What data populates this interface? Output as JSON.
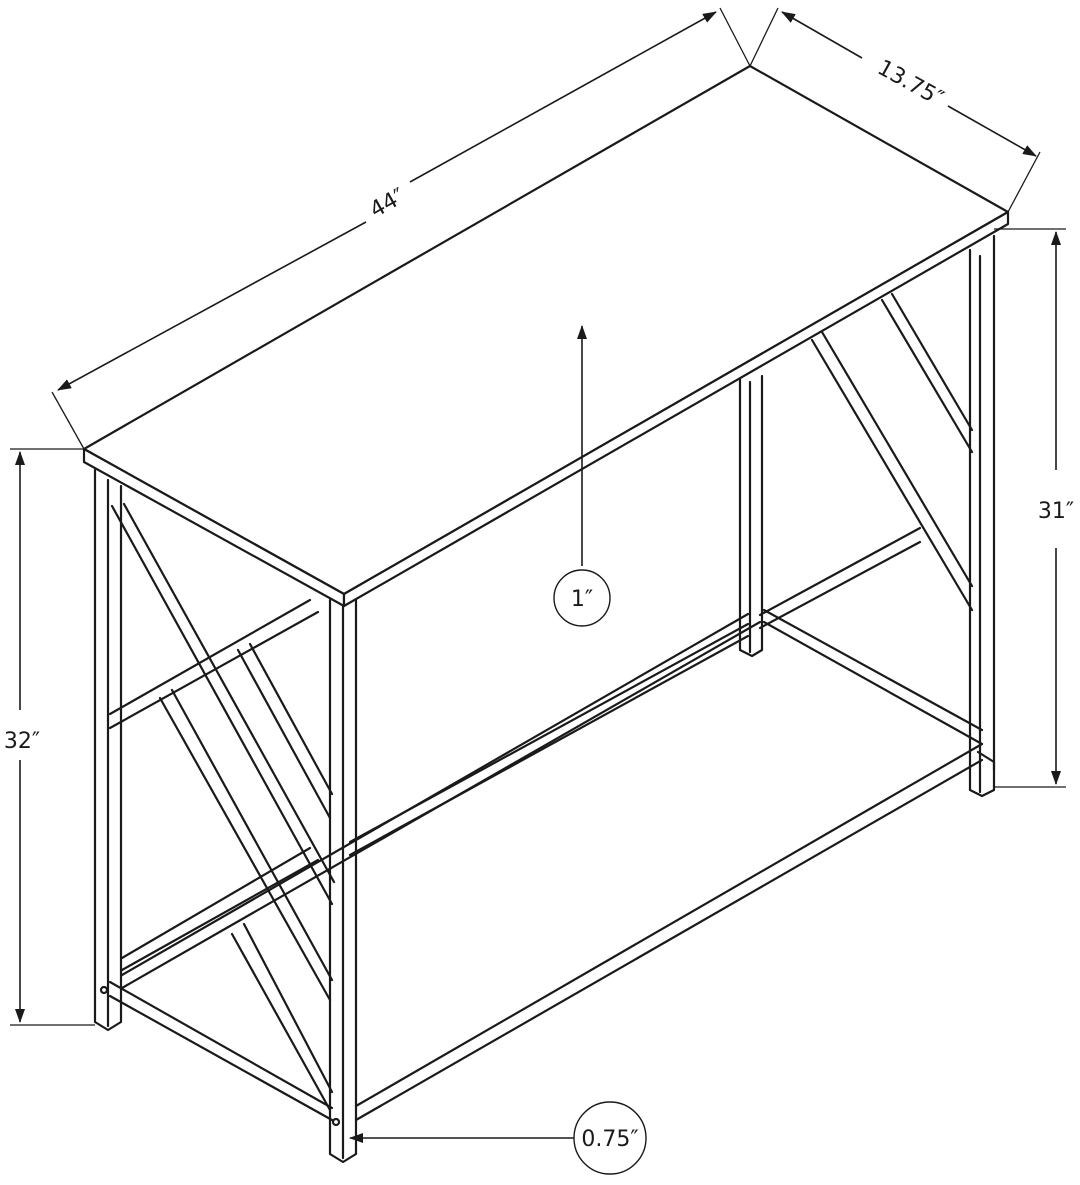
{
  "dimensions": {
    "length": "44″",
    "depth": "13.75″",
    "height": "32″",
    "leg_height": "31″",
    "top_thickness": "1″",
    "leg_width": "0.75″"
  }
}
